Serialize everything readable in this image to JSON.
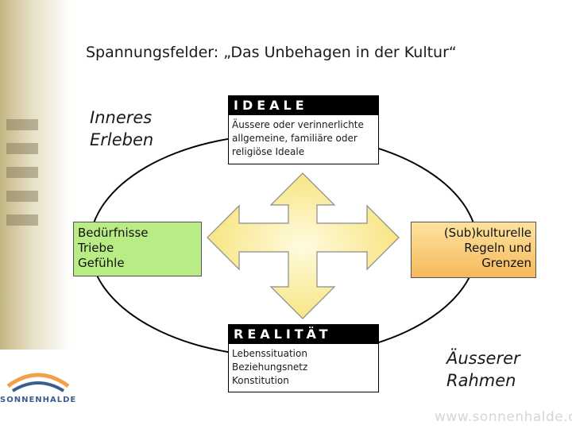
{
  "title": "Spannungsfelder: „Das Unbehagen in der Kultur“",
  "inner_label": [
    "Inneres",
    "Erleben"
  ],
  "outer_label": [
    "Äusserer",
    "Rahmen"
  ],
  "ideale": {
    "header": "IDEALE",
    "body": [
      "Äussere oder verinnerlichte",
      "allgemeine, familiäre oder",
      "religiöse Ideale"
    ]
  },
  "realitaet": {
    "header": "REALITÄT",
    "body": [
      "Lebenssituation",
      "Beziehungsnetz",
      "Konstitution"
    ]
  },
  "needs": [
    "Bedürfnisse",
    "Triebe",
    "Gefühle"
  ],
  "rules": [
    "(Sub)kulturelle",
    "Regeln und",
    "Grenzen"
  ],
  "logo": "SONNENHALDE",
  "website": "www.sonnenhalde.ch",
  "colors": {
    "needs_fill": "#b9ec84",
    "rules_fill": "#f6b95a",
    "arrow_fill": "#fdf3a0",
    "header_fill": "#000000"
  }
}
